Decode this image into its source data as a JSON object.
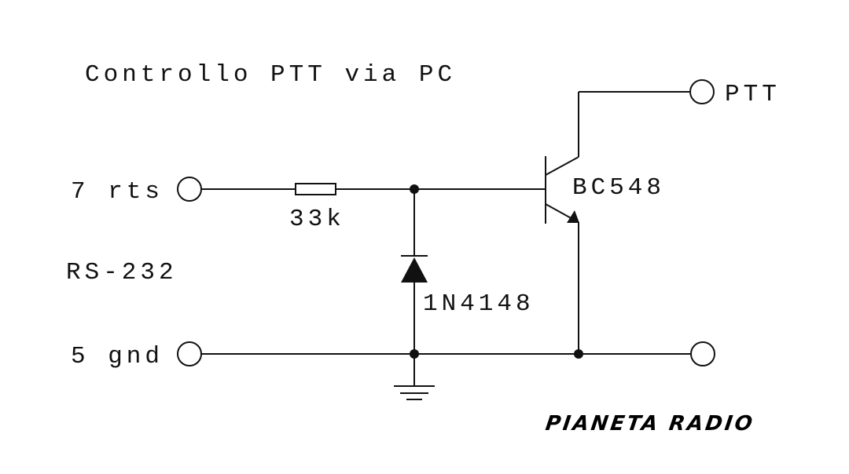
{
  "title": "Controllo PTT via PC",
  "interface_label": "RS-232",
  "terminals": {
    "rts": "7 rts",
    "gnd": "5 gnd",
    "ptt": "PTT"
  },
  "components": {
    "resistor": "33k",
    "diode": "1N4148",
    "transistor": "BC548"
  },
  "logo": "PIANETA RADIO",
  "colors": {
    "ink": "#111111",
    "background": "#ffffff"
  }
}
